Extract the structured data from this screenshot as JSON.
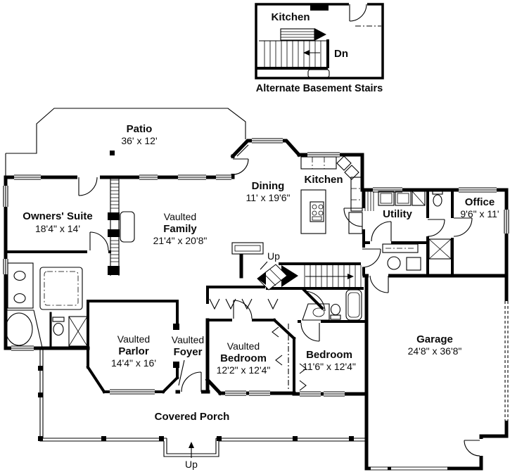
{
  "inset": {
    "kitchen_label": "Kitchen",
    "down_label": "Dn",
    "caption": "Alternate Basement Stairs"
  },
  "rooms": {
    "patio": {
      "name": "Patio",
      "dims": "36' x 12'"
    },
    "owners_suite": {
      "name": "Owners' Suite",
      "dims": "18'4\" x 14'"
    },
    "family": {
      "prefix": "Vaulted",
      "name": "Family",
      "dims": "21'4\" x 20'8\""
    },
    "dining": {
      "name": "Dining",
      "dims": "11' x 19'6\""
    },
    "kitchen": {
      "name": "Kitchen"
    },
    "utility": {
      "name": "Utility"
    },
    "office": {
      "name": "Office",
      "dims": "9'6\" x 11'"
    },
    "parlor": {
      "prefix": "Vaulted",
      "name": "Parlor",
      "dims": "14'4\" x 16'"
    },
    "foyer": {
      "prefix": "Vaulted",
      "name": "Foyer"
    },
    "bedroom_left": {
      "prefix": "Vaulted",
      "name": "Bedroom",
      "dims": "12'2\" x 12'4\""
    },
    "bedroom_right": {
      "name": "Bedroom",
      "dims": "11'6\" x 12'4\""
    },
    "garage": {
      "name": "Garage",
      "dims": "24'8\" x 36'8\""
    },
    "covered_porch": {
      "name": "Covered Porch"
    }
  },
  "annotations": {
    "stairs_up": "Up",
    "entry_up": "Up"
  },
  "colors": {
    "line": "#000000",
    "background": "#ffffff"
  }
}
